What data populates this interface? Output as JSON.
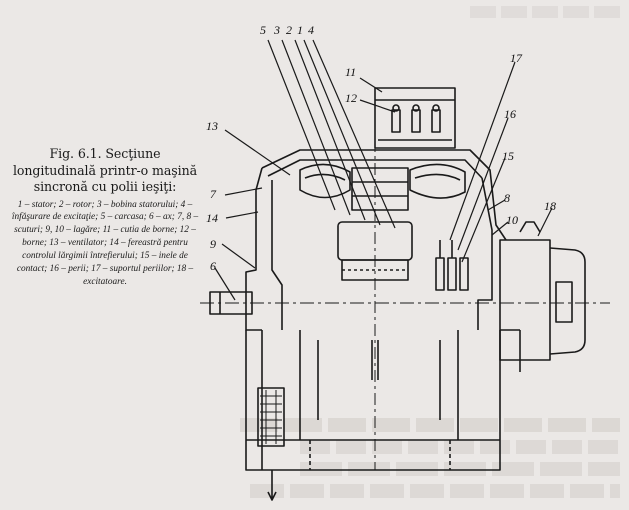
{
  "figure": {
    "title": "Fig. 6.1. Secţiune longitudinală printr-o maşină sincronă cu polii ieşiţi:",
    "legend": "1 – stator; 2 – rotor; 3 – bobina statorului; 4 – înfăşurare de excitaţie; 5 – carcasa; 6 – ax; 7, 8 – scuturi; 9, 10 – lagăre; 11 – cutia de borne; 12 – borne; 13 – ventilator; 14 – fereastră pentru controlul lărgimii întrefierului; 15 – inele de contact; 16 – perii; 17 – suportul periilor; 18 – excitatoare."
  },
  "callouts": {
    "c1": "1",
    "c2": "2",
    "c3": "3",
    "c4": "4",
    "c5": "5",
    "c6": "6",
    "c7": "7",
    "c8": "8",
    "c9": "9",
    "c10": "10",
    "c11": "11",
    "c12": "12",
    "c13": "13",
    "c14": "14",
    "c15": "15",
    "c16": "16",
    "c17": "17",
    "c18": "18"
  },
  "colors": {
    "ink": "#1a1a1a",
    "paper": "#ebe8e6",
    "ghost": "#b8b3af"
  }
}
